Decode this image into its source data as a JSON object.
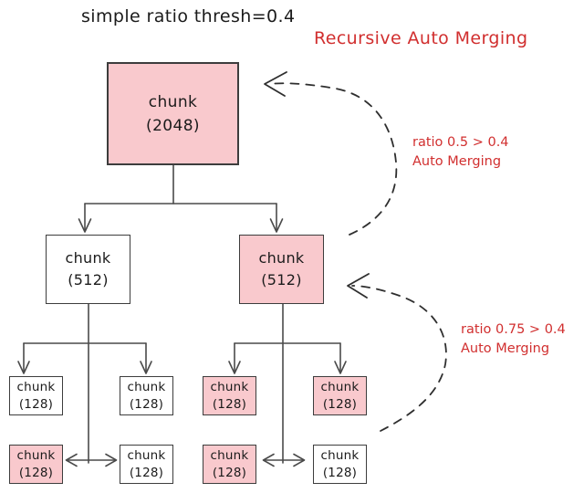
{
  "title": "simple ratio thresh=0.4",
  "subtitle": "Recursive Auto Merging",
  "annotations": {
    "merge1": {
      "line1": "ratio 0.5 > 0.4",
      "line2": "Auto Merging"
    },
    "merge2": {
      "line1": "ratio 0.75 > 0.4",
      "line2": "Auto Merging"
    }
  },
  "nodes": {
    "root": {
      "label": "chunk",
      "size": "(2048)",
      "filled": true
    },
    "left512": {
      "label": "chunk",
      "size": "(512)",
      "filled": false
    },
    "right512": {
      "label": "chunk",
      "size": "(512)",
      "filled": true
    },
    "left128_top1": {
      "label": "chunk",
      "size": "(128)",
      "filled": false
    },
    "left128_top2": {
      "label": "chunk",
      "size": "(128)",
      "filled": false
    },
    "left128_bottom1": {
      "label": "chunk",
      "size": "(128)",
      "filled": true
    },
    "left128_bottom2": {
      "label": "chunk",
      "size": "(128)",
      "filled": false
    },
    "right128_top1": {
      "label": "chunk",
      "size": "(128)",
      "filled": true
    },
    "right128_top2": {
      "label": "chunk",
      "size": "(128)",
      "filled": true
    },
    "right128_bottom1": {
      "label": "chunk",
      "size": "(128)",
      "filled": true
    },
    "right128_bottom2": {
      "label": "chunk",
      "size": "(128)",
      "filled": false
    }
  },
  "colors": {
    "chunk_fill_pink": "#f9c9cd",
    "annotation_red": "#d12f2f",
    "box_border": "#3d3d3d",
    "connector_line": "#4a4a4a"
  }
}
